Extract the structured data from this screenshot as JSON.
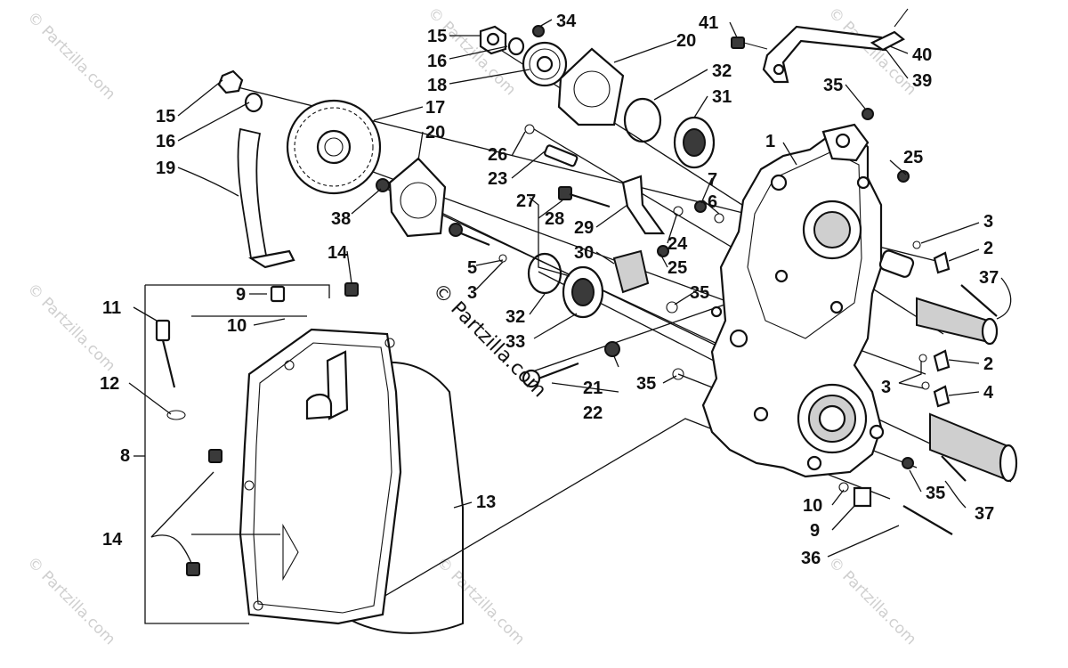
{
  "diagram": {
    "watermark": "© Partzilla.com",
    "center_watermark": "© Partzilla.com",
    "callouts": [
      "1",
      "2",
      "3",
      "4",
      "5",
      "6",
      "7",
      "8",
      "9",
      "10",
      "11",
      "12",
      "13",
      "14",
      "15",
      "16",
      "17",
      "18",
      "19",
      "20",
      "21",
      "22",
      "23",
      "24",
      "25",
      "26",
      "27",
      "28",
      "29",
      "30",
      "31",
      "32",
      "33",
      "34",
      "35",
      "36",
      "37",
      "38",
      "39",
      "40",
      "41"
    ]
  }
}
